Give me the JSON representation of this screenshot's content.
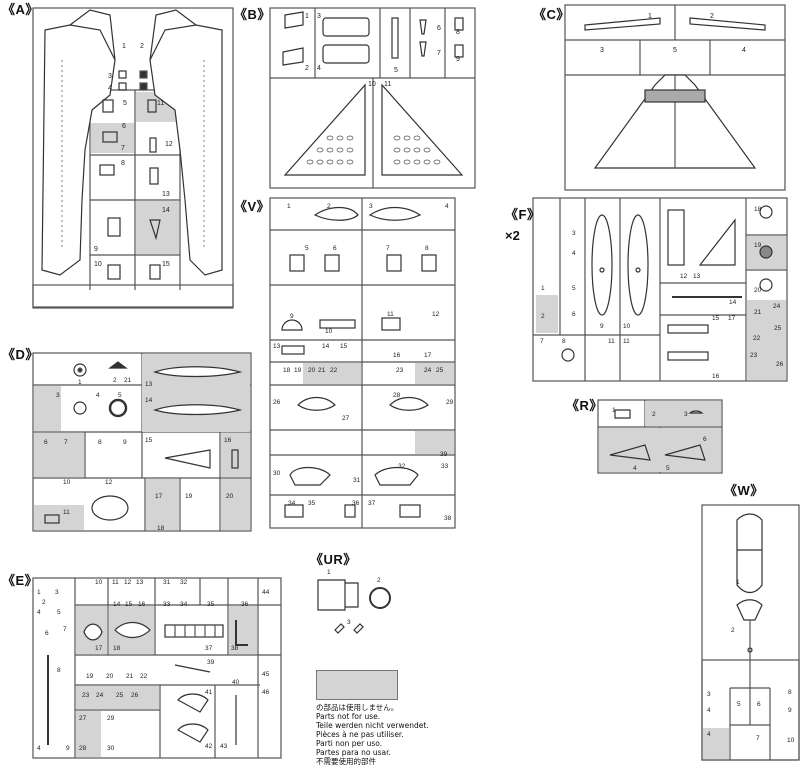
{
  "sprues": [
    {
      "id": "A",
      "label": "《A》"
    },
    {
      "id": "B",
      "label": "《B》"
    },
    {
      "id": "C",
      "label": "《C》"
    },
    {
      "id": "V",
      "label": "《V》"
    },
    {
      "id": "F",
      "label": "《F》"
    },
    {
      "id": "D",
      "label": "《D》"
    },
    {
      "id": "R",
      "label": "《R》"
    },
    {
      "id": "W",
      "label": "《W》"
    },
    {
      "id": "E",
      "label": "《E》"
    },
    {
      "id": "UR",
      "label": "《UR》"
    }
  ],
  "multiplier": "×2",
  "legend": {
    "lines": [
      "の部品は使用しません。",
      "Parts not for use.",
      "Teile werden nicht verwendet.",
      "Pièces à ne pas utiliser.",
      "Parti non per uso.",
      "Partes para no usar.",
      "不需要使用的部件"
    ],
    "swatch_color": "#d4d4d4"
  },
  "colors": {
    "line": "#333333",
    "unused": "#d4d4d4",
    "frame": "#555555"
  },
  "part_numbers": {
    "A": [
      "1",
      "2",
      "3",
      "4",
      "5",
      "6",
      "7",
      "8",
      "9",
      "10",
      "11",
      "12",
      "13",
      "14",
      "15"
    ],
    "B": [
      "1",
      "2",
      "3",
      "4",
      "5",
      "6",
      "7",
      "8",
      "9",
      "10",
      "11"
    ],
    "C": [
      "1",
      "2",
      "3",
      "4",
      "5"
    ],
    "V": [
      "1",
      "2",
      "3",
      "4",
      "5",
      "6",
      "7",
      "8",
      "9",
      "10",
      "11",
      "12",
      "13",
      "14",
      "15",
      "16",
      "17",
      "18",
      "19",
      "20",
      "21",
      "22",
      "23",
      "24",
      "25",
      "26",
      "27",
      "28",
      "29",
      "30",
      "31",
      "32",
      "33",
      "34",
      "35",
      "36",
      "37",
      "38",
      "39"
    ],
    "F": [
      "1",
      "2",
      "3",
      "4",
      "5",
      "6",
      "7",
      "8",
      "9",
      "10",
      "11",
      "12",
      "13",
      "14",
      "15",
      "16",
      "17",
      "18",
      "19",
      "20",
      "21",
      "22",
      "23",
      "24",
      "25",
      "26"
    ],
    "D": [
      "1",
      "2",
      "3",
      "4",
      "5",
      "6",
      "7",
      "8",
      "9",
      "10",
      "11",
      "12",
      "13",
      "14",
      "15",
      "16",
      "17",
      "18",
      "19",
      "20",
      "21"
    ],
    "R": [
      "1",
      "2",
      "3",
      "4",
      "5",
      "6"
    ],
    "W": [
      "1",
      "2",
      "3",
      "4",
      "5",
      "6",
      "7",
      "8",
      "9",
      "10"
    ],
    "E": [
      "1",
      "2",
      "3",
      "4",
      "5",
      "6",
      "7",
      "8",
      "9",
      "10",
      "11",
      "12",
      "13",
      "14",
      "15",
      "16",
      "17",
      "18",
      "19",
      "20",
      "21",
      "22",
      "23",
      "24",
      "25",
      "26",
      "27",
      "28",
      "29",
      "30",
      "31",
      "32",
      "33",
      "34",
      "35",
      "36",
      "37",
      "38",
      "39",
      "40",
      "41",
      "42",
      "43",
      "44",
      "45",
      "46"
    ],
    "UR": [
      "1",
      "2",
      "3"
    ]
  }
}
